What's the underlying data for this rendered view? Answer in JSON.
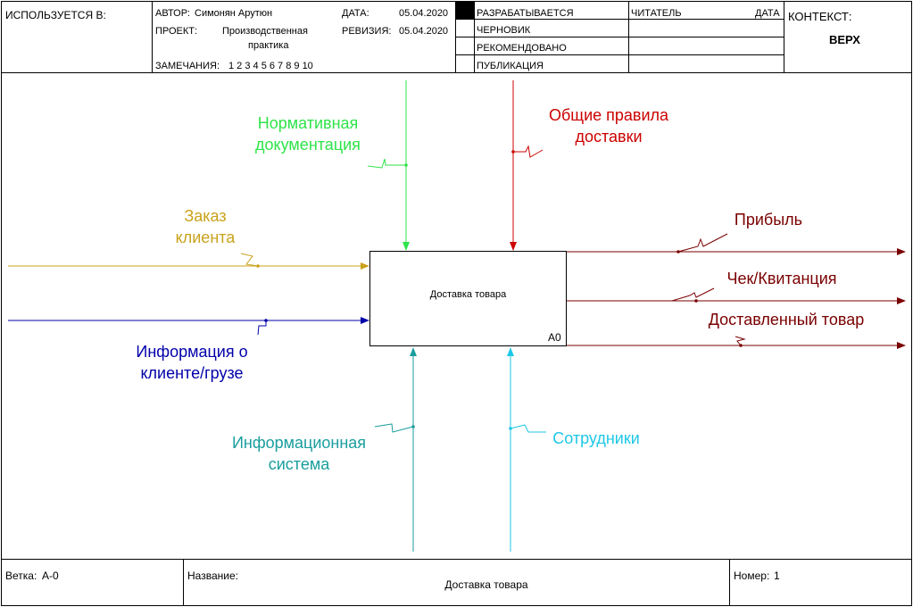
{
  "header": {
    "used_in": "ИСПОЛЬЗУЕТСЯ В:",
    "author_label": "АВТОР:",
    "author": "Симонян Арутюн",
    "project_label": "ПРОЕКТ:",
    "project_line1": "Производственная",
    "project_line2": "практика",
    "notes_label": "ЗАМЕЧАНИЯ:",
    "notes_numbers": "1  2  3  4  5  6  7  8  9  10",
    "date_label": "ДАТА:",
    "date": "05.04.2020",
    "revision_label": "РЕВИЗИЯ:",
    "revision": "05.04.2020",
    "status_working": "РАЗРАБАТЫВАЕТСЯ",
    "status_draft": "ЧЕРНОВИК",
    "status_recommended": "РЕКОМЕНДОВАНО",
    "status_publication": "ПУБЛИКАЦИЯ",
    "reader_label": "ЧИТАТЕЛЬ",
    "reader_date_label": "ДАТА",
    "context_label": "КОНТЕКСТ:",
    "context_value": "ВЕРХ"
  },
  "diagram": {
    "box_title": "Доставка товара",
    "box_number": "A0",
    "arrows": {
      "control_docs": {
        "line1": "Нормативная",
        "line2": "документация",
        "color": "#2fe34a"
      },
      "control_rules": {
        "line1": "Общие правила",
        "line2": "доставки",
        "color": "#cc0000"
      },
      "input_order": {
        "line1": "Заказ",
        "line2": "клиента",
        "color": "#c9a21c"
      },
      "input_info": {
        "line1": "Информация о",
        "line2": "клиенте/грузе",
        "color": "#0000aa"
      },
      "output_profit": {
        "line1": "Прибыль",
        "color": "#7a0000"
      },
      "output_receipt": {
        "line1": "Чек/Квитанция",
        "color": "#7a0000"
      },
      "output_goods": {
        "line1": "Доставленный товар",
        "color": "#7a0000"
      },
      "mech_system": {
        "line1": "Информационная",
        "line2": "система",
        "color": "#1a9e9e"
      },
      "mech_staff": {
        "line1": "Сотрудники",
        "color": "#1ec8e6"
      }
    }
  },
  "footer": {
    "node_label": "Ветка:",
    "node_value": "A-0",
    "title_label": "Название:",
    "title_value": "Доставка товара",
    "number_label": "Номер:",
    "number_value": "1"
  }
}
